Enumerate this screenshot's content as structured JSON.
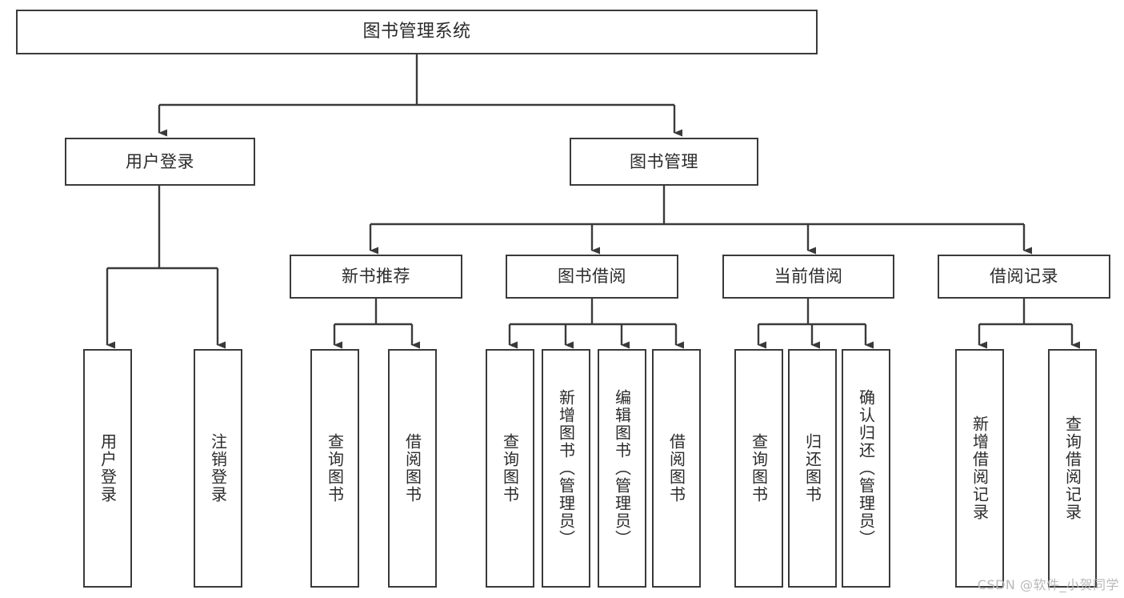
{
  "diagram": {
    "title": "图书管理系统",
    "type": "tree-hierarchy-diagram",
    "colors": {
      "stroke": "#3a3a3a",
      "box_fill": "#ffffff",
      "text": "#2b2b2b",
      "background": "#ffffff",
      "watermark": "#b9b9b9"
    },
    "root": {
      "label": "图书管理系统"
    },
    "level1": [
      {
        "label": "用户登录"
      },
      {
        "label": "图书管理"
      }
    ],
    "level2": [
      {
        "label": "新书推荐"
      },
      {
        "label": "图书借阅"
      },
      {
        "label": "当前借阅"
      },
      {
        "label": "借阅记录"
      }
    ],
    "leaves": {
      "user_login": [
        {
          "label": "用户登录"
        },
        {
          "label": "注销登录"
        }
      ],
      "new_book_recommend": [
        {
          "label": "查询图书"
        },
        {
          "label": "借阅图书"
        }
      ],
      "book_borrow": [
        {
          "label": "查询图书"
        },
        {
          "label": "新增图书（管理员）"
        },
        {
          "label": "编辑图书（管理员）"
        },
        {
          "label": "借阅图书"
        }
      ],
      "current_borrow": [
        {
          "label": "查询图书"
        },
        {
          "label": "归还图书"
        },
        {
          "label": "确认归还（管理员）"
        }
      ],
      "borrow_record": [
        {
          "label": "新增借阅记录"
        },
        {
          "label": "查询借阅记录"
        }
      ]
    },
    "watermark": "CSDN @软件_小贺同学"
  }
}
